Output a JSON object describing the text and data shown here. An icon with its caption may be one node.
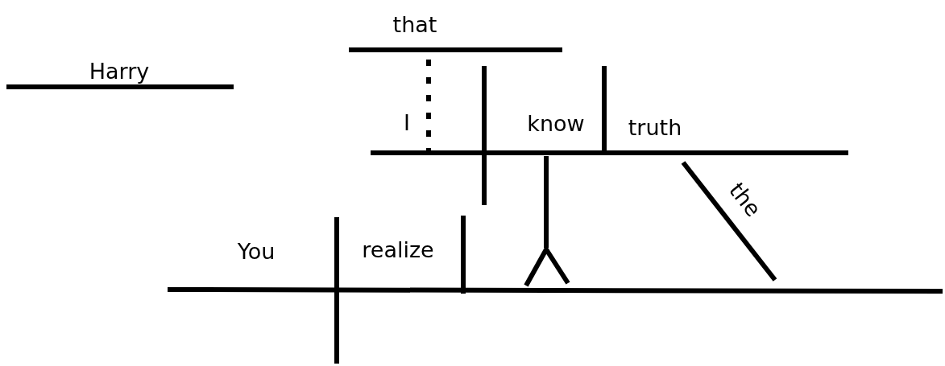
{
  "diagram": {
    "labels": [
      "that",
      "Harry",
      "I",
      "know",
      "truth",
      "the",
      "You",
      "realize"
    ]
  }
}
